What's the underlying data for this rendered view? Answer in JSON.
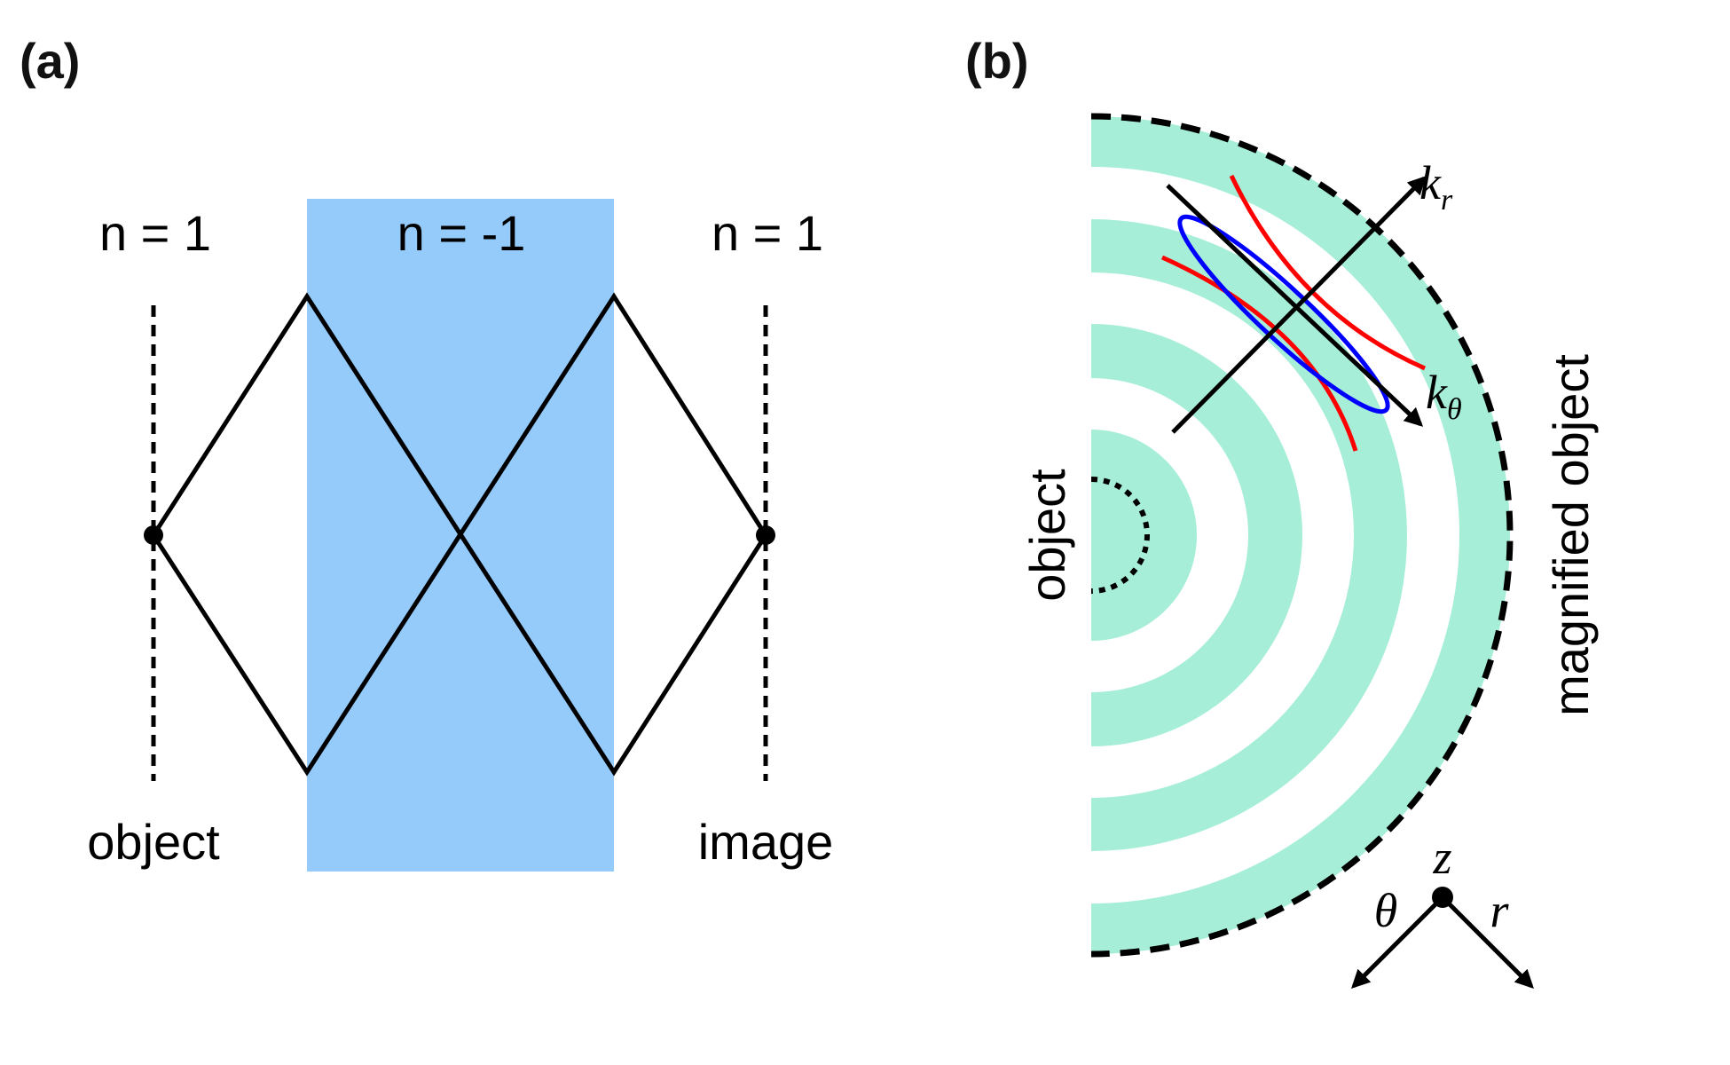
{
  "colors": {
    "negative_index_slab": "#94CBFA",
    "annular_ring": "#A6EED7",
    "ray": "#000000",
    "red_curve": "#FF0000",
    "blue_ellipse": "#0000FF"
  },
  "panel_a": {
    "label": "(a)",
    "left_medium": "n = 1",
    "middle_medium": "n = -1",
    "right_medium": "n = 1",
    "object_label": "object",
    "image_label": "image"
  },
  "panel_b": {
    "label": "(b)",
    "object_label": "object",
    "magnified_label": "magnified object",
    "k_r": {
      "base": "k",
      "sub": "r"
    },
    "k_theta": {
      "base": "k",
      "sub": "θ"
    },
    "axes": {
      "z": "z",
      "theta": "θ",
      "r": "r"
    }
  }
}
